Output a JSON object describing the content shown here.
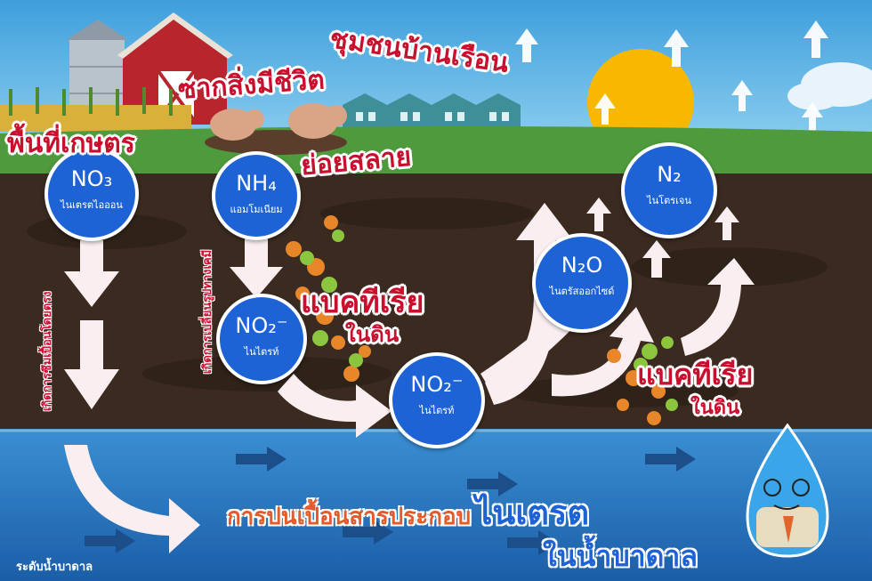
{
  "labels": {
    "farm_area": "พื้นที่เกษตร",
    "organic_waste": "ซากสิ่งมีชีวิต",
    "community": "ชุมชนบ้านเรือน",
    "decompose": "ย่อยสลาย",
    "soil_bacteria_1_main": "แบคทีเรีย",
    "soil_bacteria_1_sub": "ในดิน",
    "soil_bacteria_2_main": "แบคทีเรีย",
    "soil_bacteria_2_sub": "ในดิน",
    "infiltration": "เกิดการซึมเปื้อนโดยตรง",
    "chemical_change": "เกิดการเปลี่ยนรูปทางเคมี",
    "groundwater_level": "ระดับน้ำบาดาล",
    "headline_1": "การปนเปื้อนสารประกอบ",
    "headline_1_big": "ไนเตรต",
    "headline_2": "ในน้ำบาดาล"
  },
  "compounds": [
    {
      "formula": "NO₃",
      "name": "ไนเตรตไอออน"
    },
    {
      "formula": "NH₄",
      "name": "แอมโมเนียม"
    },
    {
      "formula": "NO₂⁻",
      "name": "ไนไตรท์"
    },
    {
      "formula": "NO₂⁻",
      "name": "ไนไตรท์"
    },
    {
      "formula": "N₂O",
      "name": "ไนตรัสออกไซด์"
    },
    {
      "formula": "N₂",
      "name": "ไนโตรเจน"
    }
  ],
  "colors": {
    "sky": "#5fb6e6",
    "grass": "#4f9a3c",
    "soil": "#3a2a1f",
    "water": "#1f6fb8",
    "compound_circle": "#1e63d6",
    "red_text": "#c8102e",
    "sun": "#f8b800"
  },
  "icons": [
    "silo-icon",
    "barn-icon",
    "pig-icon",
    "house-icon",
    "sun-icon",
    "cloud-icon",
    "bacteria-cluster-icon",
    "water-drop-mascot-icon"
  ]
}
